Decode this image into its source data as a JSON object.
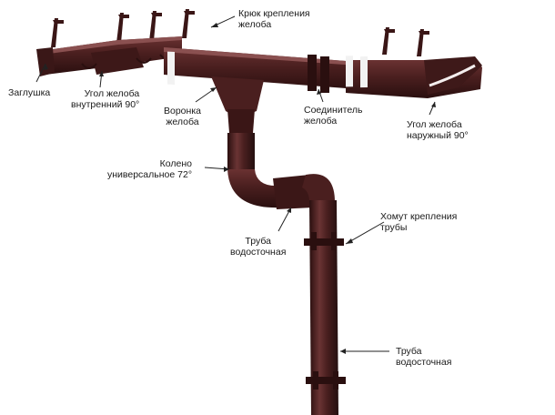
{
  "colors": {
    "gutter": "#4a1f1f",
    "gutter_dark": "#2e1212",
    "highlight": "#8a5050",
    "band": "#f2f2f2",
    "pointer": "#222222"
  },
  "labels": {
    "hook": [
      "Крюк крепления",
      "желоба"
    ],
    "plug": [
      "Заглушка"
    ],
    "inner_corner": [
      "Угол желоба",
      "внутренний 90°"
    ],
    "funnel": [
      "Воронка",
      "желоба"
    ],
    "connector": [
      "Соединитель",
      "желоба"
    ],
    "outer_corner": [
      "Угол желоба",
      "наружный 90°"
    ],
    "elbow": [
      "Колено",
      "универсальное 72°"
    ],
    "clamp": [
      "Хомут крепления",
      "трубы"
    ],
    "pipe_upper": [
      "Труба",
      "водосточная"
    ],
    "pipe_lower": [
      "Труба",
      "водосточная"
    ]
  }
}
